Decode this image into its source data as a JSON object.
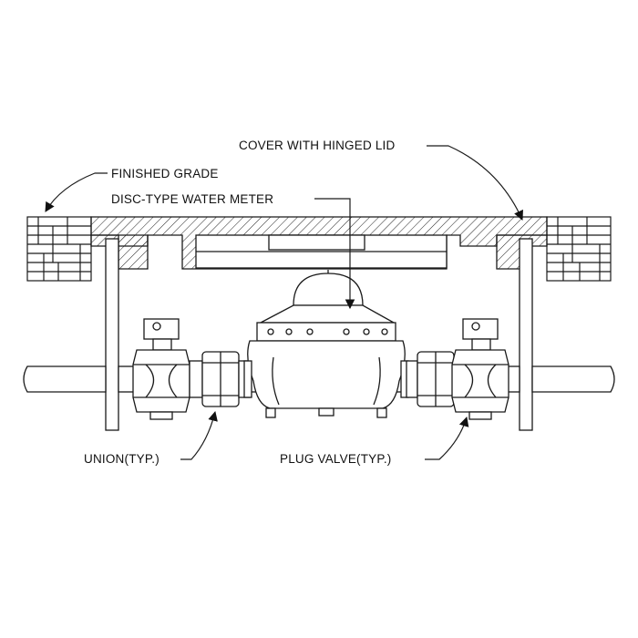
{
  "diagram": {
    "labels": {
      "cover": "COVER WITH HINGED LID",
      "finished_grade": "FINISHED GRADE",
      "water_meter": "DISC-TYPE WATER METER",
      "union": "UNION(TYP.)",
      "plug_valve": "PLUG VALVE(TYP.)"
    },
    "colors": {
      "line": "#1a1a1a",
      "fill": "#ffffff"
    }
  }
}
